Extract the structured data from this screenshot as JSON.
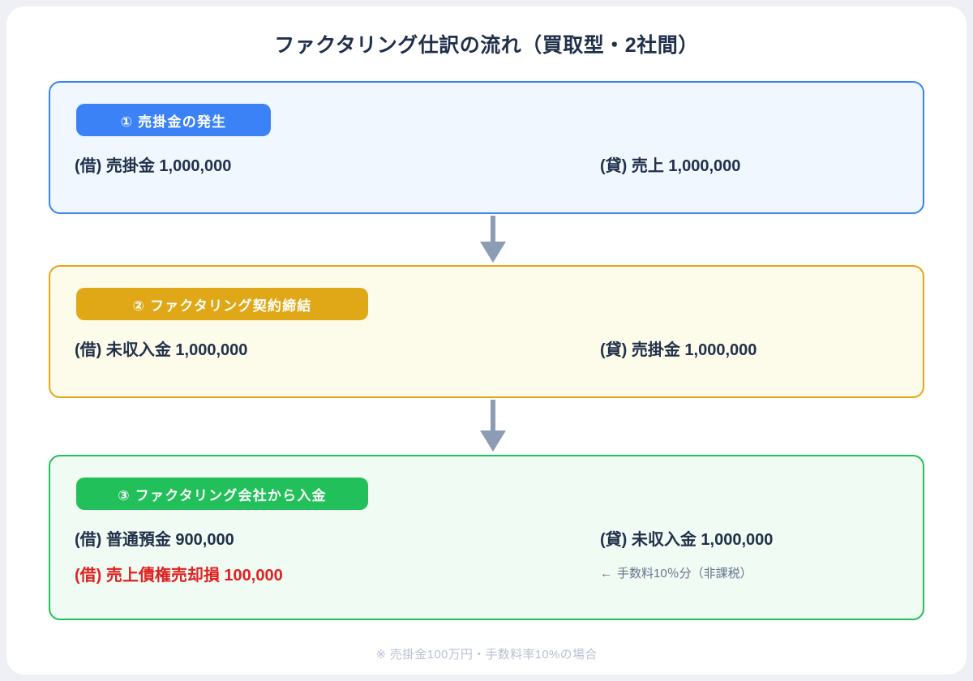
{
  "title": "ファクタリング仕訳の流れ（買取型・2社間）",
  "footnote": "※ 売掛金100万円・手数料率10%の場合",
  "colors": {
    "page_background": "#eef0f5",
    "card_background": "#ffffff",
    "title_text": "#21304a",
    "step1_accent": "#3b82f6",
    "step1_fill": "#f0f7ff",
    "step2_accent": "#e0a816",
    "step2_fill": "#fdfbea",
    "step3_accent": "#22c05a",
    "step3_fill": "#f0fbf3",
    "loss_text": "#e02020",
    "note_text": "#67748c",
    "arrow": "#8d9cb5",
    "footnote_text": "#b9c0d0"
  },
  "steps": [
    {
      "badge": "① 売掛金の発生",
      "rows": [
        {
          "debit": "(借) 売掛金 1,000,000",
          "credit": "(貸) 売上 1,000,000"
        }
      ]
    },
    {
      "badge": "② ファクタリング契約締結",
      "rows": [
        {
          "debit": "(借) 未収入金 1,000,000",
          "credit": "(貸) 売掛金 1,000,000"
        }
      ]
    },
    {
      "badge": "③ ファクタリング会社から入金",
      "rows": [
        {
          "debit": "(借) 普通預金 900,000",
          "credit": "(貸) 未収入金 1,000,000"
        },
        {
          "debit": "(借) 売上債権売却損 100,000",
          "note_arrow": "←",
          "note": "手数料10％分（非課税）"
        }
      ]
    }
  ]
}
